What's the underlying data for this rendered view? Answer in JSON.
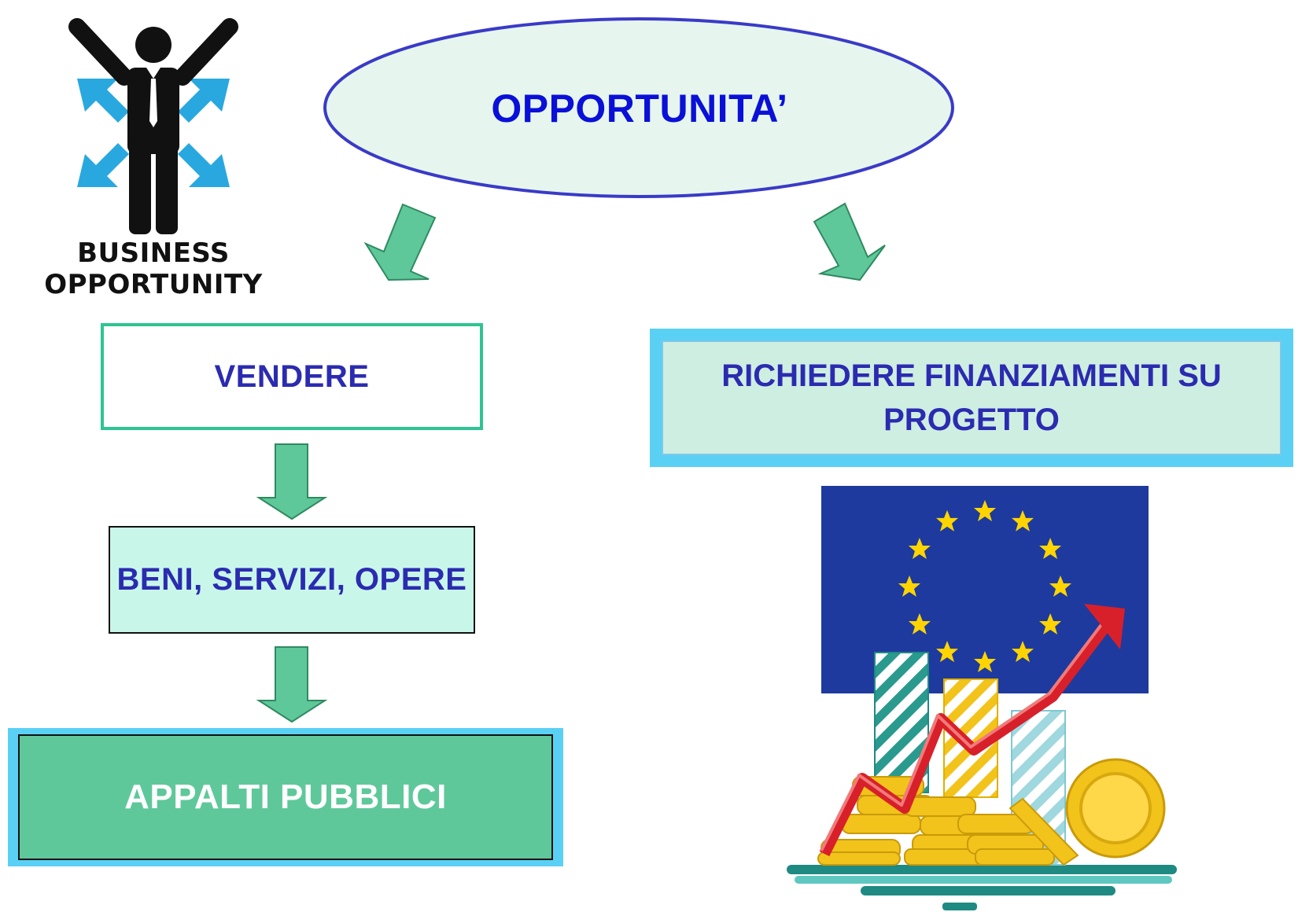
{
  "logo": {
    "caption_line1": "BUSINESS",
    "caption_line2": "OPPORTUNITY",
    "icon": "person-arms-raised-with-arrows-icon"
  },
  "root": {
    "label": "OPPORTUNITA’"
  },
  "left_branch": {
    "box1": "VENDERE",
    "box2": "BENI, SERVIZI, OPERE",
    "box3": "APPALTI PUBBLICI"
  },
  "right_branch": {
    "box1_line1": "RICHIEDERE FINANZIAMENTI SU",
    "box1_line2": "PROGETTO",
    "illustration": "eu-flag-coins-growth-icon"
  },
  "colors": {
    "text_blue": "#0a10d8",
    "label_blue": "#2b2bb0",
    "arrow_green": "#5fc89a",
    "ellipse_fill": "#e6f6ee",
    "ellipse_stroke": "#3a3ac8",
    "teal_border": "#2ec494",
    "mint_fill": "#c8f7ea",
    "appalti_fill": "#5fc89a",
    "sky_border": "#5ad0f5",
    "light_green_fill": "#cfeee2",
    "eu_blue": "#1e3a9e",
    "star_yellow": "#ffd400"
  }
}
